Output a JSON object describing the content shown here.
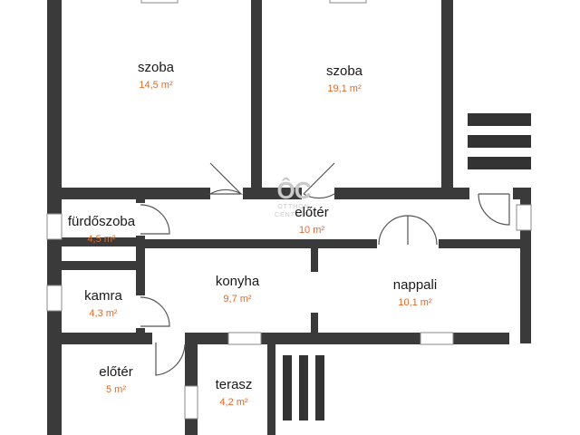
{
  "rooms": [
    {
      "name": "szoba",
      "area": "14,5 m²"
    },
    {
      "name": "szoba",
      "area": "19,1 m²"
    },
    {
      "name": "fürdőszoba",
      "area": "4,5 m²"
    },
    {
      "name": "előtér",
      "area": "10 m²"
    },
    {
      "name": "kamra",
      "area": "4,3 m²"
    },
    {
      "name": "konyha",
      "area": "9,7 m²"
    },
    {
      "name": "nappali",
      "area": "10,1 m²"
    },
    {
      "name": "előtér",
      "area": "5 m²"
    },
    {
      "name": "terasz",
      "area": "4,2 m²"
    }
  ],
  "watermark": {
    "mark": "ÔC",
    "line1": "OTTHON",
    "line2": "CENTRUM"
  },
  "colors": {
    "wall": "#3a3a3a",
    "area_text": "#e06a2c",
    "window": "#8a8a8a",
    "watermark": "#c9c9c9"
  }
}
